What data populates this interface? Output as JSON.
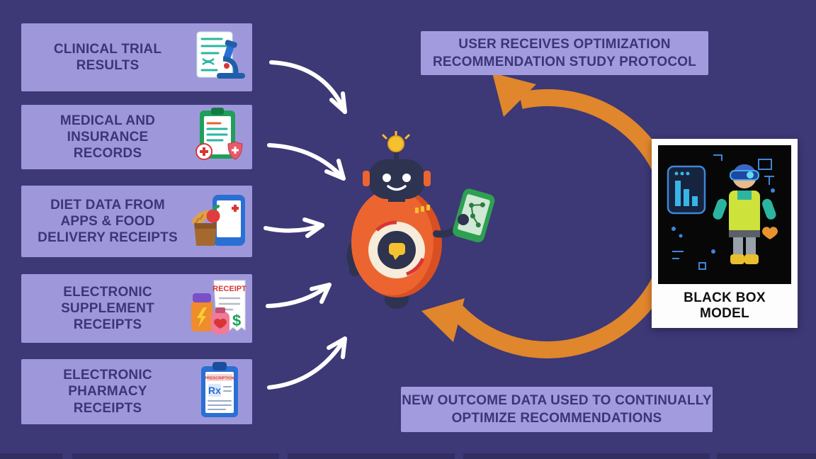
{
  "colors": {
    "bg": "#3d3876",
    "panel": "#9e98db",
    "panel2": "#a29cdf",
    "ink": "#3b3675",
    "orange": "#e0862c",
    "robot-orange": "#ec6530",
    "tablet-green": "#2ea052",
    "arrow-white": "#ffffff"
  },
  "sources": [
    {
      "label": "CLINICAL TRIAL\nRESULTS",
      "icon": "clinical-trial-icon"
    },
    {
      "label": "MEDICAL AND\nINSURANCE RECORDS",
      "icon": "medical-insurance-records-icon"
    },
    {
      "label": "DIET DATA FROM\nAPPS & FOOD\nDELIVERY RECEIPTS",
      "icon": "diet-data-icon"
    },
    {
      "label": "ELECTRONIC\nSUPPLEMENT\nRECEIPTS",
      "icon": "supplement-receipts-icon"
    },
    {
      "label": "ELECTRONIC\nPHARMACY\nRECEIPTS",
      "icon": "pharmacy-receipts-icon"
    }
  ],
  "flow": {
    "top_label": "USER RECEIVES OPTIMIZATION\nRECOMMENDATION STUDY PROTOCOL",
    "bottom_label": "NEW OUTCOME DATA USED TO CONTINUALLY\nOPTIMIZE RECOMMENDATIONS"
  },
  "black_box": {
    "caption": "BLACK BOX MODEL"
  },
  "icon_text": {
    "receipt_header": "RECEIPT",
    "dollar_sign": "$",
    "prescription_header": "PRESCRIPTION",
    "rx_symbol": "Rx"
  }
}
